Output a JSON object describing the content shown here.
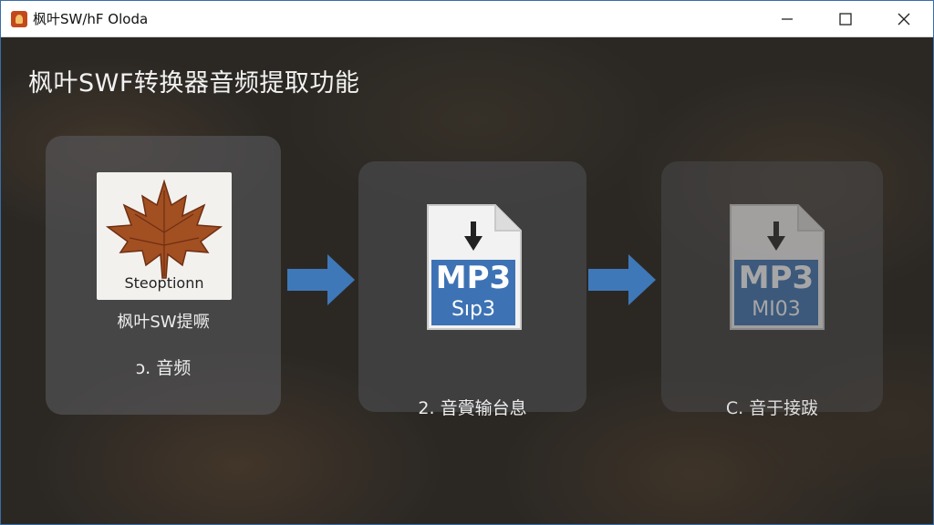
{
  "window": {
    "title": "枫叶SW/hF Oloda",
    "controls": {
      "minimize": "minimize",
      "maximize": "maximize",
      "close": "close"
    }
  },
  "main": {
    "heading": "枫叶SWF转换器音频提取功能",
    "steps": [
      {
        "image_caption": "Steoptionn",
        "label": "枫叶SW提噘",
        "step": "ɔ. 音频"
      },
      {
        "file_type": "MP3",
        "file_sub": "Sıp3",
        "step": "2. 音賫输台息"
      },
      {
        "file_type": "MP3",
        "file_sub": "MI03",
        "step": "C. 音于接跋"
      }
    ]
  },
  "colors": {
    "arrow": "#3f78b8",
    "file_badge": "#3d73b4",
    "card_bg": "#4e4e50",
    "maple_leaf": "#a24f22"
  },
  "icons": [
    "maple-leaf-icon",
    "arrow-right-icon",
    "mp3-file-icon",
    "download-arrow-icon"
  ]
}
